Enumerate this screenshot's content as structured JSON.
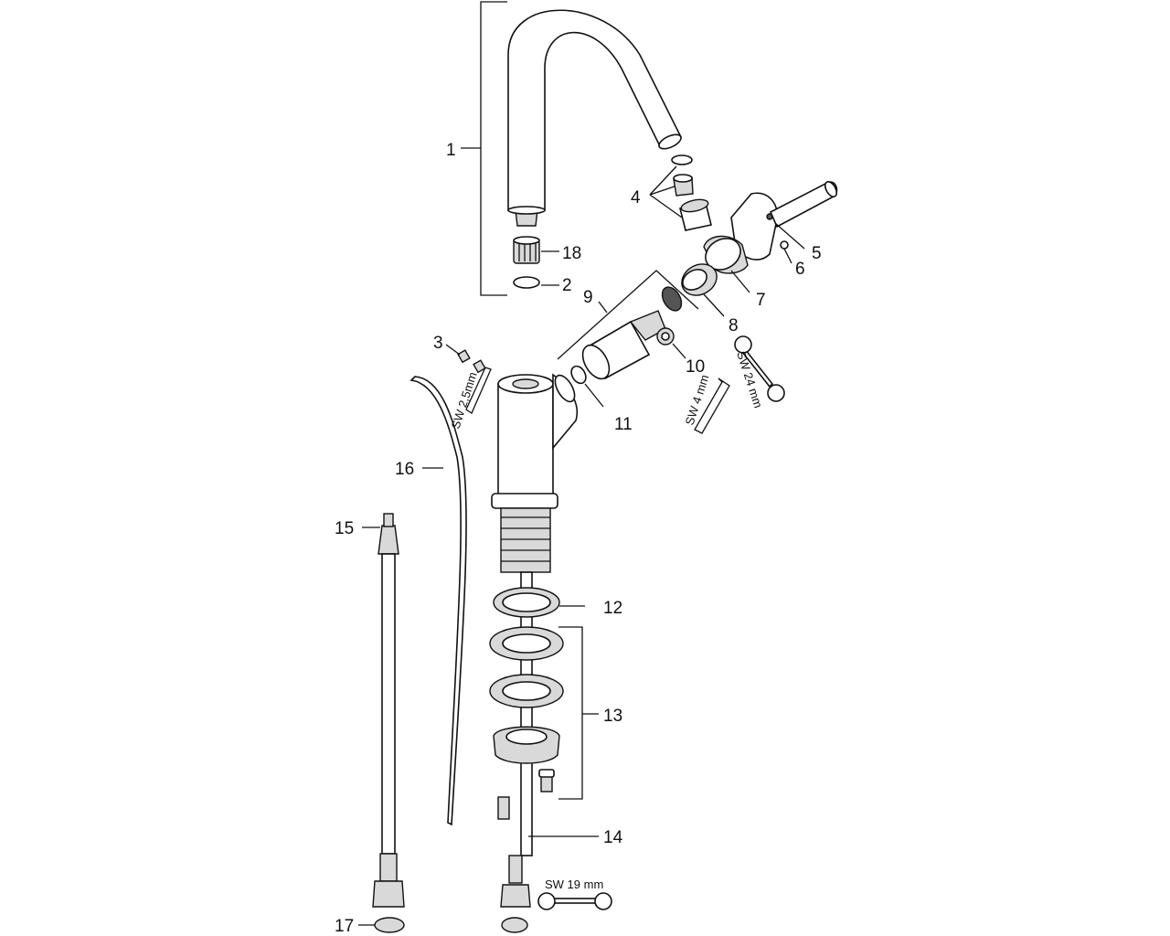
{
  "parts": [
    {
      "id": "part-1",
      "label": "1"
    },
    {
      "id": "part-2",
      "label": "2"
    },
    {
      "id": "part-3",
      "label": "3"
    },
    {
      "id": "part-4",
      "label": "4"
    },
    {
      "id": "part-5",
      "label": "5"
    },
    {
      "id": "part-6",
      "label": "6"
    },
    {
      "id": "part-7",
      "label": "7"
    },
    {
      "id": "part-8",
      "label": "8"
    },
    {
      "id": "part-9",
      "label": "9"
    },
    {
      "id": "part-10",
      "label": "10"
    },
    {
      "id": "part-11",
      "label": "11"
    },
    {
      "id": "part-12",
      "label": "12"
    },
    {
      "id": "part-13",
      "label": "13"
    },
    {
      "id": "part-14",
      "label": "14"
    },
    {
      "id": "part-15",
      "label": "15"
    },
    {
      "id": "part-16",
      "label": "16"
    },
    {
      "id": "part-17",
      "label": "17"
    },
    {
      "id": "part-18",
      "label": "18"
    }
  ],
  "tools": {
    "hex_key_small": "SW 2,5mm",
    "hex_key_large": "SW 4 mm",
    "wrench_large": "SW 24 mm",
    "wrench_small": "SW 19 mm"
  }
}
